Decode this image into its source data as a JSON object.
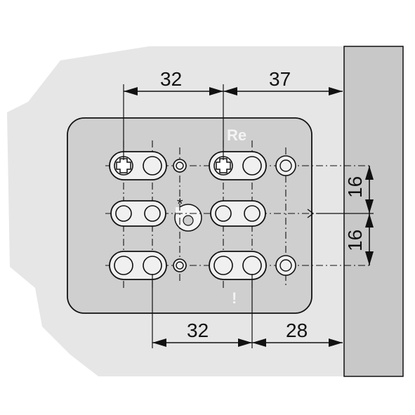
{
  "dimensions": {
    "top_left": "32",
    "top_right": "37",
    "right_upper": "16",
    "right_lower": "16",
    "bottom_left": "32",
    "bottom_right": "28"
  },
  "plate_marks": {
    "top": "Re",
    "bottom": "!"
  },
  "colors": {
    "background_shadow": "#e6e6e6",
    "plate_fill": "#cfcfcf",
    "wall_fill": "#c8c8c8",
    "line": "#111111",
    "hole_fill": "#f0f0f0"
  }
}
